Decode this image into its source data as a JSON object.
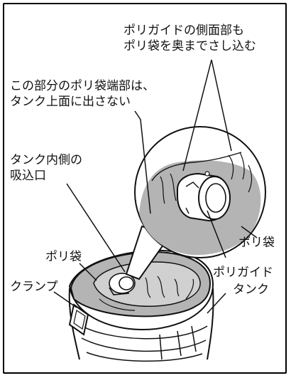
{
  "callouts": {
    "poly_guide_side": [
      "ポリガイドの側面部も",
      "ポリ袋を奥までさし込む"
    ],
    "bag_edge": [
      "この部分のポリ袋端部は、",
      "タンク上面に出さない"
    ],
    "inner_inlet": [
      "タンク内側の",
      "吸込口"
    ]
  },
  "parts": {
    "poly_bag_detail": "ポリ袋",
    "poly_guide": "ポリガイド",
    "poly_bag_main": "ポリ袋",
    "clamp": "クランプ",
    "tank": "タンク"
  },
  "colors": {
    "bag_gray": "#b4b4b4",
    "line": "#111111"
  }
}
